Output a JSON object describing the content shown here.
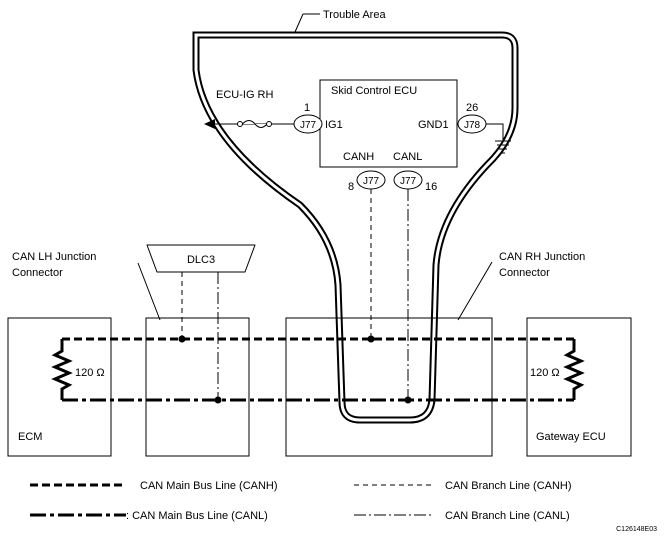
{
  "trouble_area": {
    "label": "Trouble Area"
  },
  "skid_ecu": {
    "title": "Skid Control ECU",
    "ig1_label": "IG1",
    "gnd1_label": "GND1",
    "canh_label": "CANH",
    "canl_label": "CANL",
    "pin_ig1": "1",
    "pin_gnd1": "26",
    "pin_canh": "8",
    "pin_canl": "16",
    "conn_ig1": "J77",
    "conn_gnd1": "J78",
    "conn_canh": "J77",
    "conn_canl": "J77"
  },
  "fuse_label": "ECU-IG RH",
  "dlc3": {
    "label": "DLC3"
  },
  "lh_junction": {
    "label_line1": "CAN LH Junction",
    "label_line2": "Connector"
  },
  "rh_junction": {
    "label_line1": "CAN RH Junction",
    "label_line2": "Connector"
  },
  "ecm": {
    "label": "ECM",
    "resistor": "120 Ω"
  },
  "gateway": {
    "label": "Gateway ECU",
    "resistor": "120 Ω"
  },
  "legend": {
    "main_canh": "CAN Main Bus Line (CANH)",
    "main_canl": ": CAN Main Bus Line (CANL)",
    "branch_canh": "CAN Branch Line (CANH)",
    "branch_canl": "CAN Branch Line (CANL)"
  },
  "figure_id": "C126148E03"
}
